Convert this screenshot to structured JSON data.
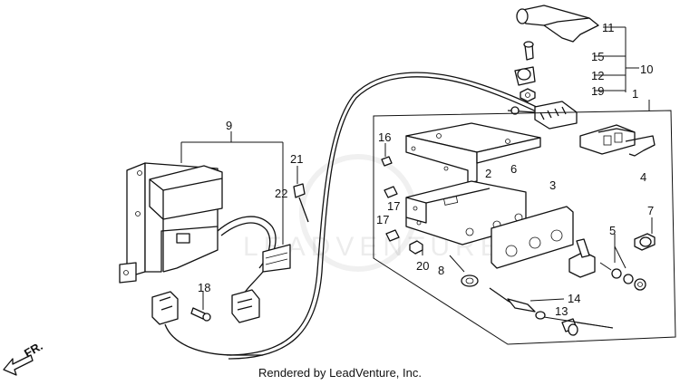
{
  "watermark": "LEADVENTURE",
  "footer_text": "Rendered by LeadVenture, Inc.",
  "direction_label": "FR.",
  "callouts": {
    "c1": "1",
    "c2": "2",
    "c3": "3",
    "c4": "4",
    "c5": "5",
    "c6": "6",
    "c7": "7",
    "c8": "8",
    "c9": "9",
    "c10": "10",
    "c11": "11",
    "c12": "12",
    "c13": "13",
    "c14": "14",
    "c15": "15",
    "c16": "16",
    "c17a": "17",
    "c17b": "17",
    "c18": "18",
    "c19": "19",
    "c20": "20",
    "c21": "21",
    "c22": "22"
  }
}
